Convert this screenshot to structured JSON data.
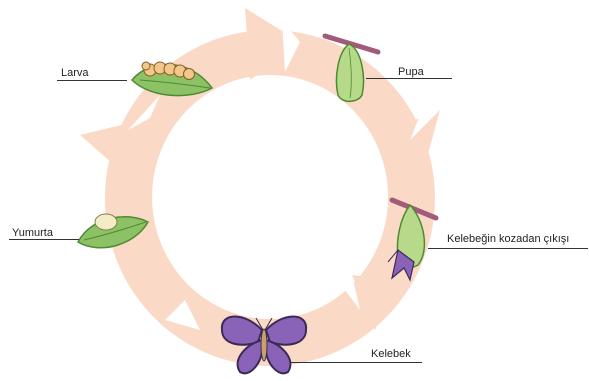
{
  "diagram": {
    "labels": {
      "larva": "Larva",
      "pupa": "Pupa",
      "emergence": "Kelebeğin kozadan çıkışı",
      "butterfly": "Kelebek",
      "egg": "Yumurta"
    },
    "colors": {
      "cycle_arrows": "#fbd9c7",
      "leaf": "#8cc265",
      "leaf_dark": "#4e8a32",
      "pupa": "#b7d98a",
      "butterfly_wing": "#8a63b8",
      "butterfly_dark": "#3b2a55",
      "twig": "#a15a7a"
    },
    "icons": [
      "larva-on-leaf-icon",
      "pupa-icon",
      "emerging-butterfly-icon",
      "butterfly-icon",
      "egg-on-leaf-icon"
    ]
  }
}
